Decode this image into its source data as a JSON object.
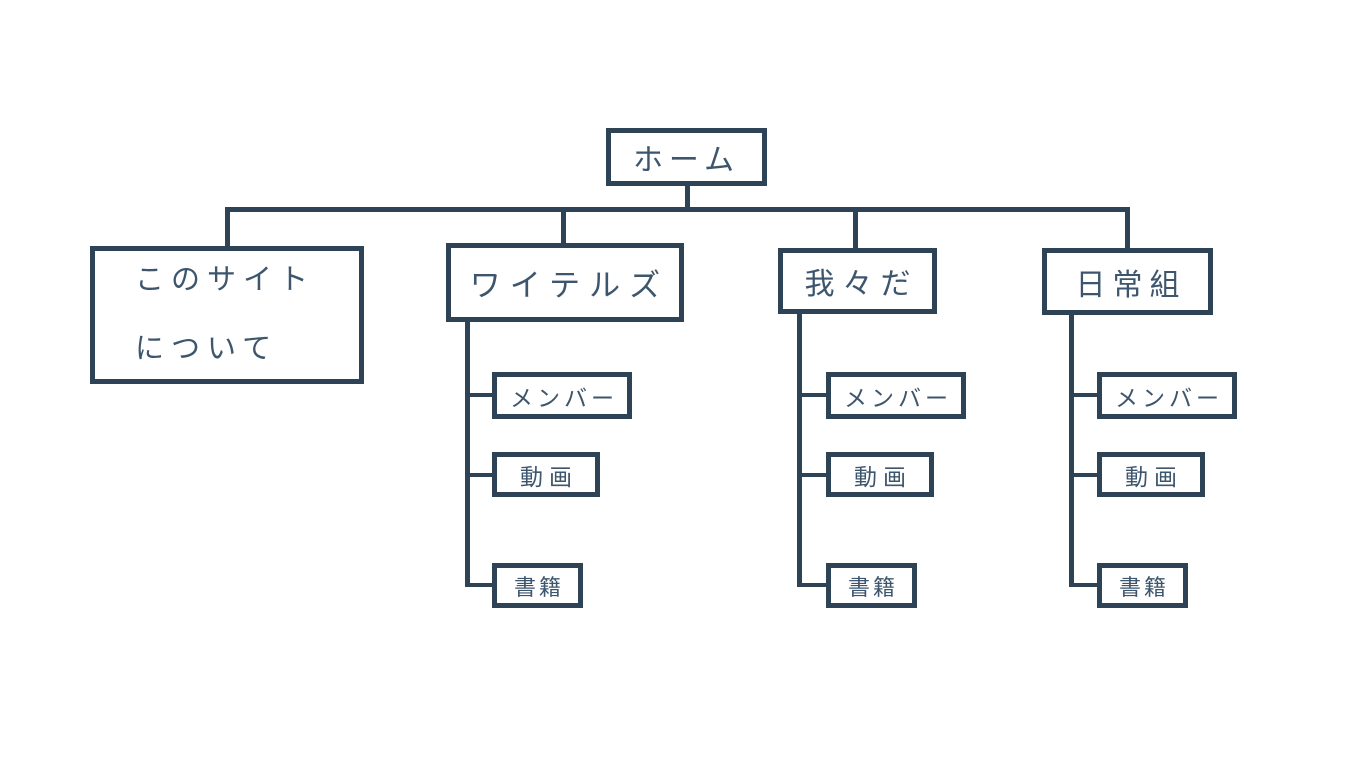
{
  "diagram": {
    "kind": "sitemap-tree",
    "colors": {
      "line": "#2e4356",
      "text": "#3d566d",
      "background": "#ffffff"
    },
    "root": {
      "label": "ホーム"
    },
    "branches": [
      {
        "label_lines": [
          "このサイト",
          "について"
        ],
        "children": []
      },
      {
        "label": "ワイテルズ",
        "children": [
          {
            "label": "メンバー"
          },
          {
            "label": "動画"
          },
          {
            "label": "書籍"
          }
        ]
      },
      {
        "label": "我々だ",
        "children": [
          {
            "label": "メンバー"
          },
          {
            "label": "動画"
          },
          {
            "label": "書籍"
          }
        ]
      },
      {
        "label": "日常組",
        "children": [
          {
            "label": "メンバー"
          },
          {
            "label": "動画"
          },
          {
            "label": "書籍"
          }
        ]
      }
    ]
  }
}
